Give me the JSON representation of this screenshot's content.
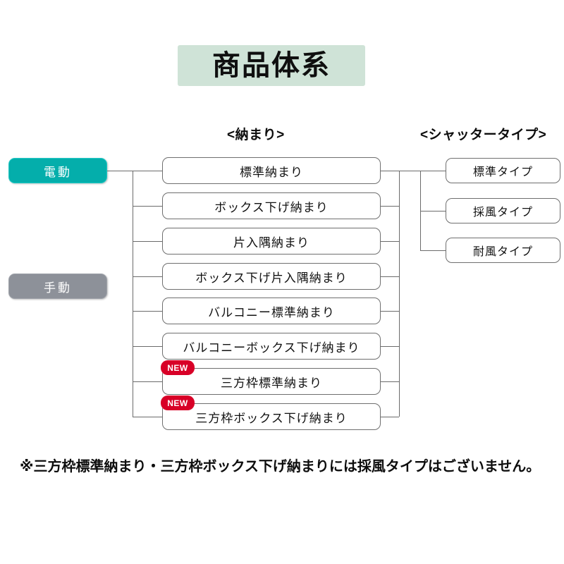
{
  "title": "商品体系",
  "headers": {
    "osamari": "<納まり>",
    "shutter_type": "<シャッタータイプ>"
  },
  "drive_modes": [
    {
      "label": "電動",
      "color": "#04aeab",
      "state": "active"
    },
    {
      "label": "手動",
      "color": "#8d9199",
      "state": "inactive"
    }
  ],
  "osamari_items": [
    {
      "label": "標準納まり",
      "badge": ""
    },
    {
      "label": "ボックス下げ納まり",
      "badge": ""
    },
    {
      "label": "片入隅納まり",
      "badge": ""
    },
    {
      "label": "ボックス下げ片入隅納まり",
      "badge": ""
    },
    {
      "label": "バルコニー標準納まり",
      "badge": ""
    },
    {
      "label": "バルコニーボックス下げ納まり",
      "badge": ""
    },
    {
      "label": "三方枠標準納まり",
      "badge": "NEW"
    },
    {
      "label": "三方枠ボックス下げ納まり",
      "badge": "NEW"
    }
  ],
  "shutter_types": [
    {
      "label": "標準タイプ"
    },
    {
      "label": "採風タイプ"
    },
    {
      "label": "耐風タイプ"
    }
  ],
  "footnote": "※三方枠標準納まり・三方枠ボックス下げ納まりには採風タイプはございません。",
  "colors": {
    "title_band": "#cfe3d7",
    "accent_teal": "#04aeab",
    "inactive_gray": "#8d9199",
    "badge_red": "#d80027",
    "line": "#6b6b6b"
  }
}
